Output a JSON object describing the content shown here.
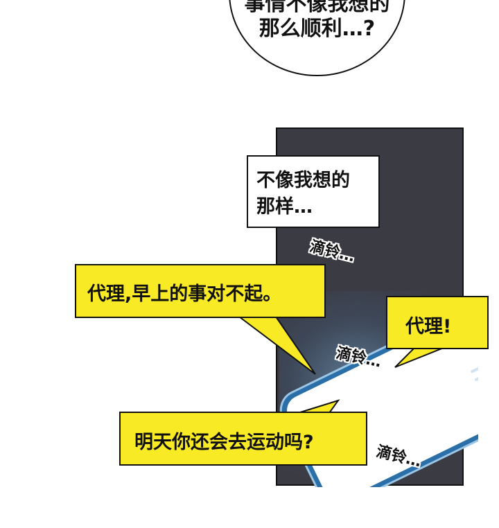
{
  "top_bubble": {
    "line1": "事情不像我想的",
    "line2": "那么顺利…?"
  },
  "white_bubble": {
    "line1": "不像我想的",
    "line2": "那样…"
  },
  "yellow_bubbles": [
    {
      "text": "代理,早上的事对不起。"
    },
    {
      "text": "代理!"
    },
    {
      "text": "明天你还会去运动吗?"
    }
  ],
  "sound_effects": [
    {
      "text": "滴铃…"
    },
    {
      "text": "滴铃…"
    },
    {
      "text": "滴铃…"
    }
  ],
  "colors": {
    "bubble_yellow": "#f8ea24",
    "panel_dark": "#3b3b44"
  }
}
